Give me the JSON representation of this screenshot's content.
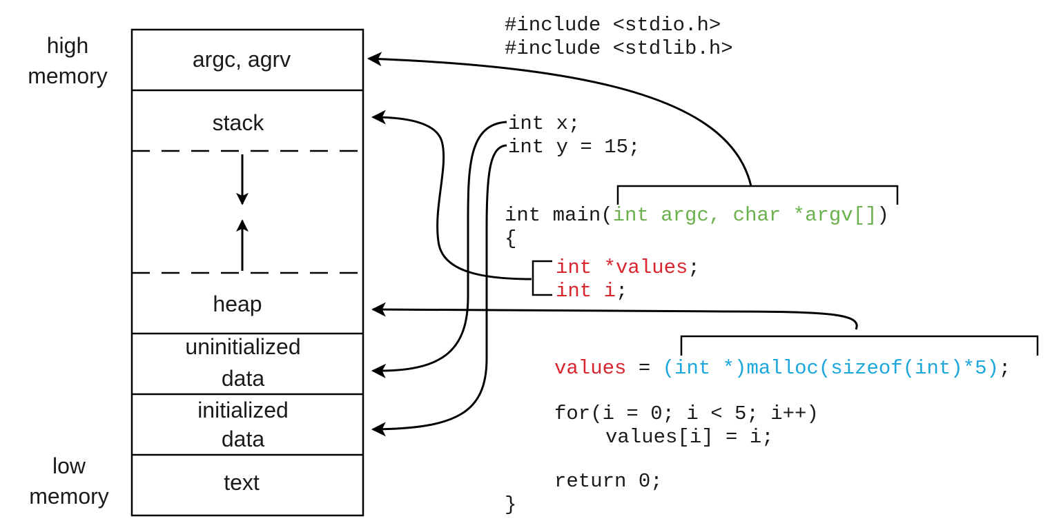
{
  "colors": {
    "text": "#1a1a1a",
    "green": "#6ab04c",
    "red": "#d9262e",
    "cyan": "#1ca7dc"
  },
  "side_labels": {
    "high_1": "high",
    "high_2": "memory",
    "low_1": "low",
    "low_2": "memory"
  },
  "segments": {
    "args": "argc, agrv",
    "stack": "stack",
    "heap": "heap",
    "uninit_1": "uninitialized",
    "uninit_2": "data",
    "init_1": "initialized",
    "init_2": "data",
    "text": "text"
  },
  "code": {
    "include1": "#include <stdio.h>",
    "include2": "#include <stdlib.h>",
    "int_x": "int x;",
    "int_y": "int y = 15;",
    "main_prefix": "int main(",
    "main_params": "int argc, char *argv[]",
    "main_suffix": ")",
    "brace_open": "{",
    "values_decl": "int *values",
    "values_decl_semicolon": ";",
    "i_decl": "int i",
    "i_decl_semicolon": ";",
    "values_lhs": "values",
    "assign_op": " = ",
    "malloc_expr": "(int *)malloc(sizeof(int)*5)",
    "malloc_semicolon": ";",
    "for_line": "for(i = 0; i < 5; i++)",
    "loop_body": "values[i] = i;",
    "return_line": "return 0;",
    "brace_close": "}"
  }
}
